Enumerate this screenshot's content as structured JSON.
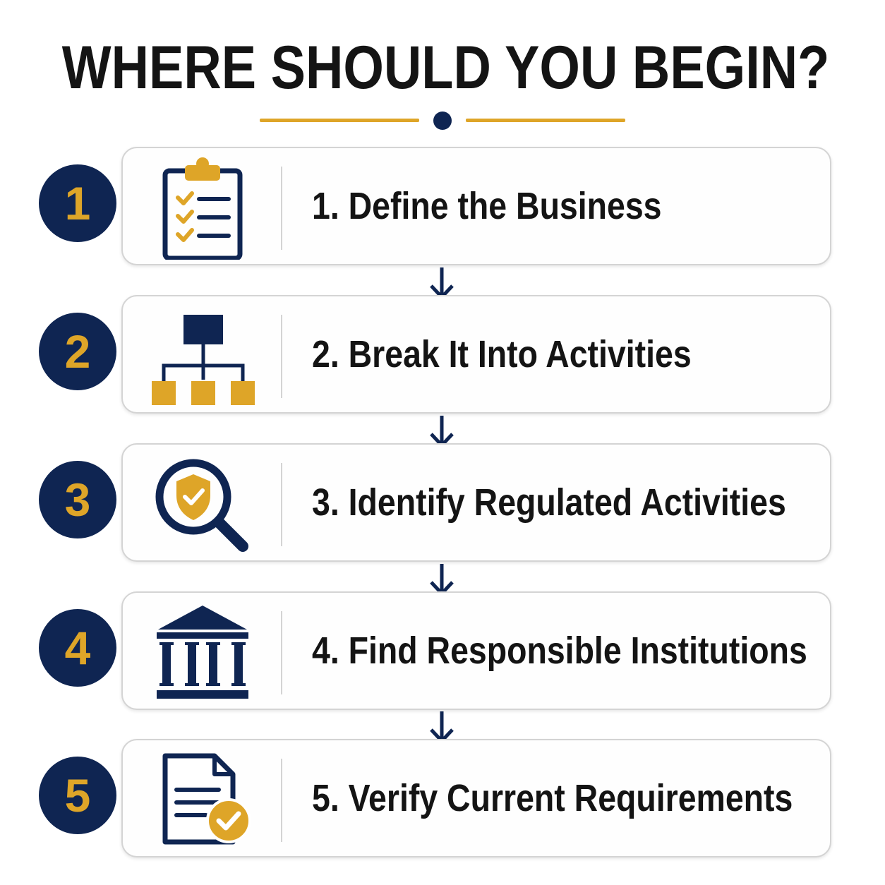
{
  "title": "WHERE SHOULD YOU BEGIN?",
  "colors": {
    "navy": "#0f2552",
    "gold": "#dea528",
    "text": "#141414",
    "border": "#d4d4d4"
  },
  "steps": [
    {
      "number": "1",
      "label": "1. Define the Business",
      "icon": "clipboard-checklist-icon"
    },
    {
      "number": "2",
      "label": "2. Break It Into Activities",
      "icon": "org-chart-hierarchy-icon"
    },
    {
      "number": "3",
      "label": "3. Identify Regulated Activities",
      "icon": "magnifier-shield-check-icon"
    },
    {
      "number": "4",
      "label": "4. Find Responsible Institutions",
      "icon": "institution-building-icon"
    },
    {
      "number": "5",
      "label": "5. Verify Current Requirements",
      "icon": "document-check-icon"
    }
  ]
}
